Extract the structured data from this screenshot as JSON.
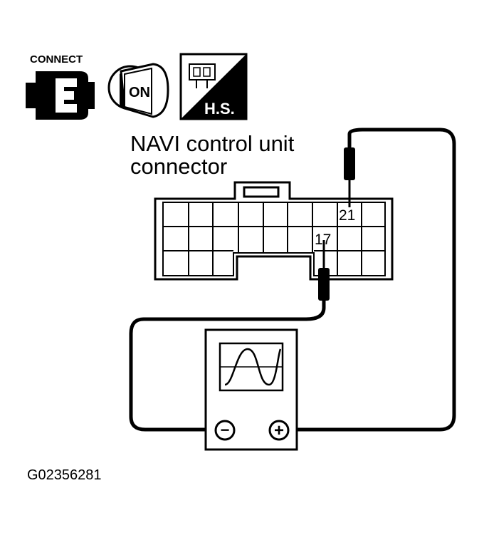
{
  "icons": {
    "connect_label": "CONNECT",
    "ignition_label": "ON",
    "harness_label": "H.S."
  },
  "connector": {
    "title_line1": "NAVI control unit",
    "title_line2": "connector",
    "terminal_a": "21",
    "terminal_b": "17"
  },
  "oscilloscope": {
    "negative_symbol": "−",
    "positive_symbol": "+"
  },
  "figure_code": "G02356281",
  "colors": {
    "ink": "#000000",
    "paper": "#ffffff"
  }
}
